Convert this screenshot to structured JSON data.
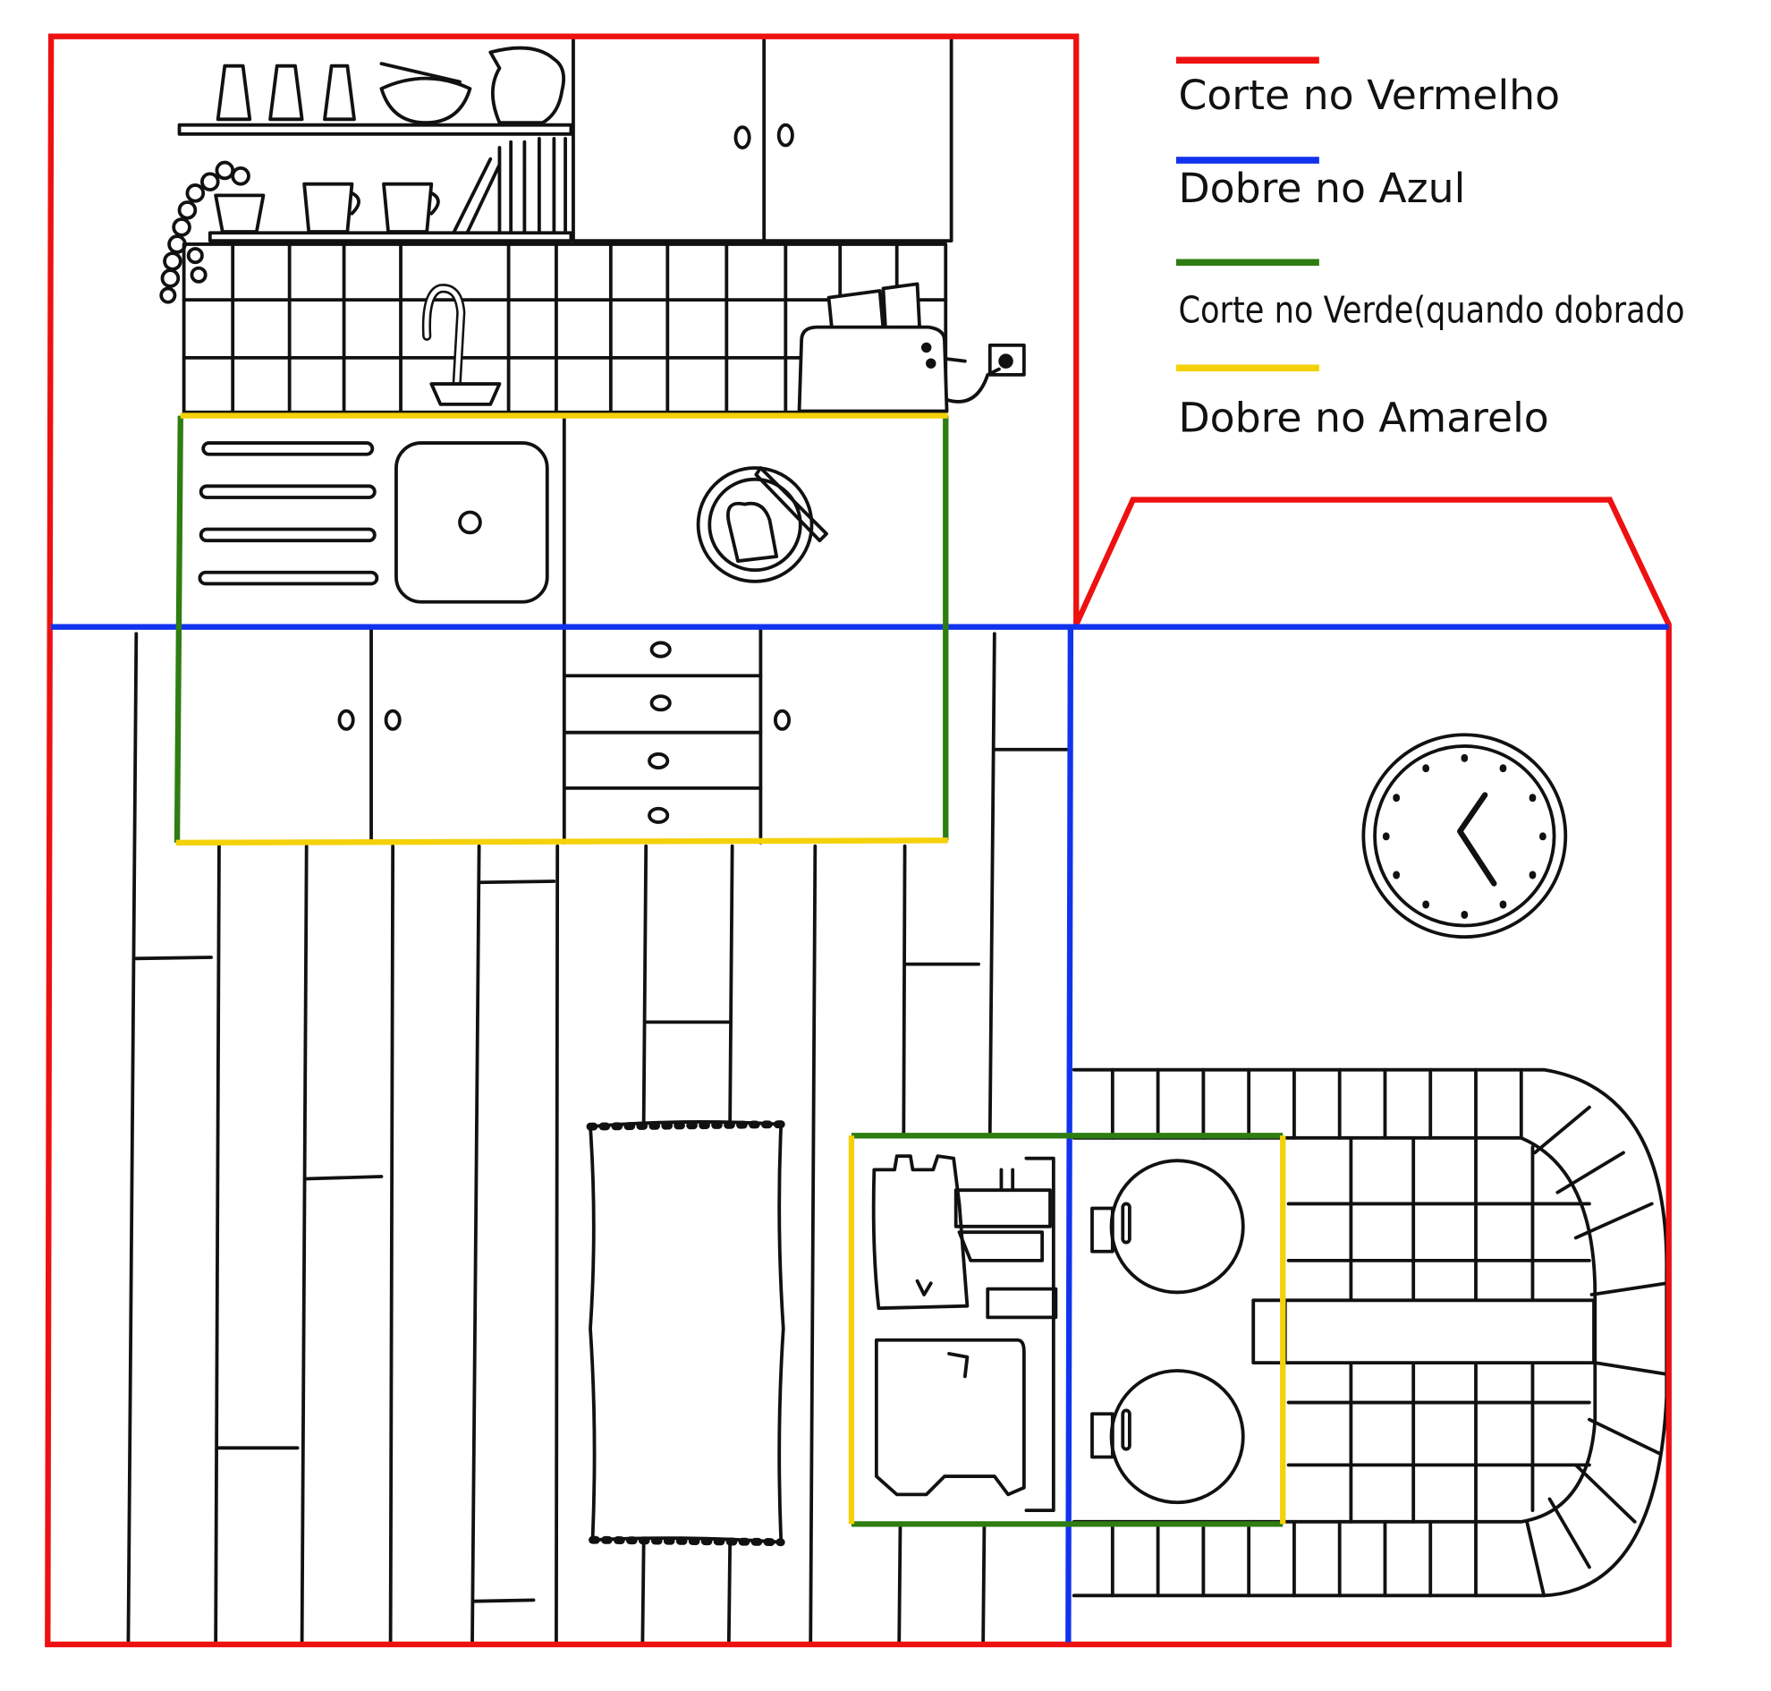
{
  "legend": {
    "items": [
      {
        "label": "Corte no Vermelho",
        "color": "#ee1111"
      },
      {
        "label": "Dobre no Azul",
        "color": "#1133ee"
      },
      {
        "label": "Corte no Verde(quando dobrado",
        "color": "#2e7d12"
      },
      {
        "label": "Dobre no Amarelo",
        "color": "#f5d10a"
      }
    ]
  },
  "colors": {
    "cut": "#ee1111",
    "fold": "#1133ee",
    "cut_folded": "#2e7d12",
    "fold_yellow": "#f5d10a"
  }
}
